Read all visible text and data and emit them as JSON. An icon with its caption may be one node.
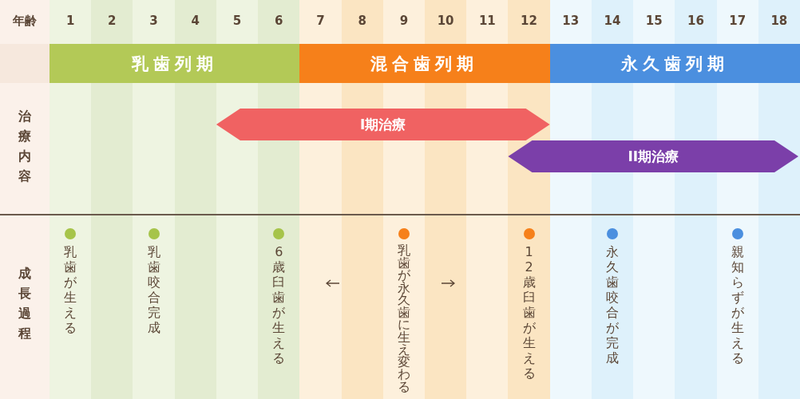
{
  "diagram": {
    "nodes": [
      {
        "text": [
          "乳歯列期"
        ]
      },
      {
        "text": [
          "混合歯列期"
        ]
      },
      {
        "text": [
          "永久歯列期"
        ]
      },
      {
        "text": [
          "I期治療"
        ]
      },
      {
        "text": [
          "II期治療"
        ]
      }
    ],
    "labels": [
      "年齢",
      "1",
      "2",
      "3",
      "4",
      "5",
      "6",
      "7",
      "8",
      "9",
      "10",
      "11",
      "12",
      "13",
      "14",
      "15",
      "16",
      "17",
      "18",
      "治療内容",
      "成長過程",
      "乳歯が生える",
      "乳歯咬合完成",
      "6歳臼歯が生える",
      "乳歯が永久歯に生え変わる",
      "12歳臼歯が生える",
      "永久歯咬合が完成",
      "親知らずが生える"
    ]
  }
}
